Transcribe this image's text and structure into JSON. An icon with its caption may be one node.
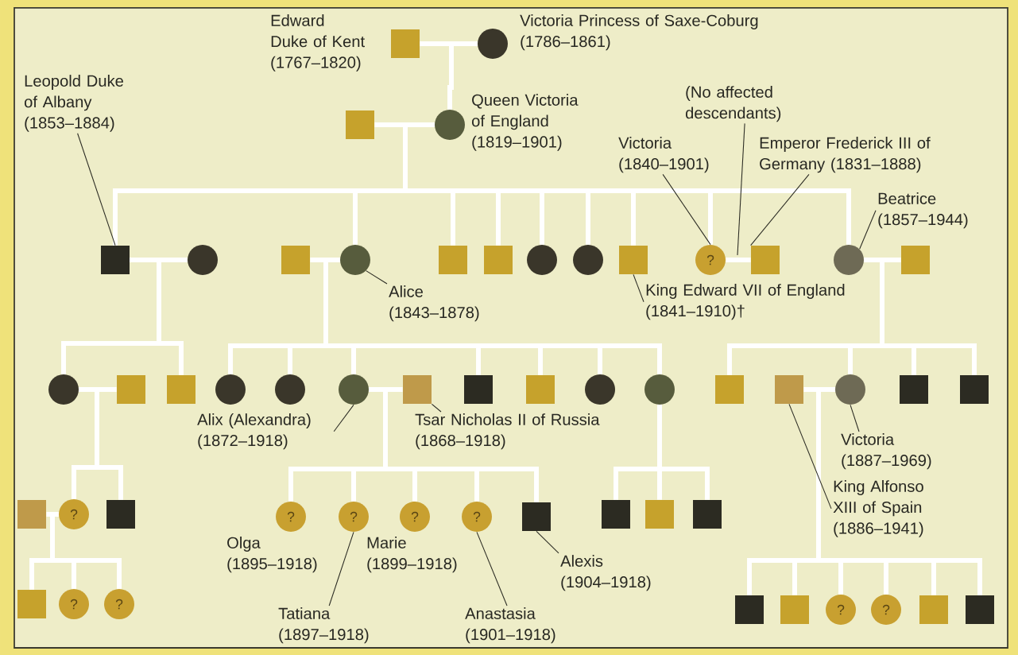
{
  "diagram": {
    "nodes": [
      {
        "text": [],
        "shape": "box",
        "beside": [
          "Edward Duke of Kent (1767–1820)"
        ]
      },
      {
        "text": [],
        "shape": "circle",
        "beside": [
          "Victoria Princess of Saxe-Coburg (1786–1861)"
        ]
      },
      {
        "text": [],
        "shape": "box"
      },
      {
        "text": [],
        "shape": "circle",
        "beside": [
          "Queen Victoria of England (1819–1901)"
        ]
      },
      {
        "text": [],
        "shape": "box"
      },
      {
        "text": [],
        "shape": "circle"
      },
      {
        "text": [],
        "shape": "box"
      },
      {
        "text": [],
        "shape": "circle"
      },
      {
        "text": [],
        "shape": "box"
      },
      {
        "text": [],
        "shape": "box"
      },
      {
        "text": [],
        "shape": "circle"
      },
      {
        "text": [],
        "shape": "circle"
      },
      {
        "text": [],
        "shape": "box"
      },
      {
        "text": [
          "?"
        ]
      },
      {
        "text": [],
        "shape": "box"
      },
      {
        "text": [],
        "shape": "circle"
      },
      {
        "text": [],
        "shape": "box"
      },
      {
        "text": [],
        "shape": "circle"
      },
      {
        "text": [],
        "shape": "box"
      },
      {
        "text": [],
        "shape": "box"
      },
      {
        "text": [],
        "shape": "circle"
      },
      {
        "text": [],
        "shape": "circle"
      },
      {
        "text": [],
        "shape": "circle"
      },
      {
        "text": [],
        "shape": "box"
      },
      {
        "text": [],
        "shape": "box"
      },
      {
        "text": [],
        "shape": "box"
      },
      {
        "text": [],
        "shape": "circle"
      },
      {
        "text": [],
        "shape": "circle"
      },
      {
        "text": [],
        "shape": "box"
      },
      {
        "text": [],
        "shape": "box"
      },
      {
        "text": [],
        "shape": "circle"
      },
      {
        "text": [],
        "shape": "box"
      },
      {
        "text": [],
        "shape": "box"
      },
      {
        "text": [],
        "shape": "box"
      },
      {
        "text": [
          "?"
        ]
      },
      {
        "text": [],
        "shape": "box"
      },
      {
        "text": [
          "?"
        ],
        "beside": [
          "Olga (1895–1918)"
        ]
      },
      {
        "text": [
          "?"
        ]
      },
      {
        "text": [
          "?"
        ],
        "beside": [
          "Marie (1899–1918)"
        ]
      },
      {
        "text": [
          "?"
        ]
      },
      {
        "text": [],
        "shape": "box"
      },
      {
        "text": [],
        "shape": "box"
      },
      {
        "text": [],
        "shape": "box"
      },
      {
        "text": [],
        "shape": "box"
      },
      {
        "text": [],
        "shape": "box"
      },
      {
        "text": [
          "?"
        ]
      },
      {
        "text": [
          "?"
        ]
      },
      {
        "text": [],
        "shape": "box"
      },
      {
        "text": [],
        "shape": "box"
      },
      {
        "text": [
          "?"
        ]
      },
      {
        "text": [
          "?"
        ]
      },
      {
        "text": [],
        "shape": "box"
      },
      {
        "text": [],
        "shape": "box"
      },
      {
        "text": [
          "Leopold Duke of Albany (1853–1884)"
        ]
      },
      {
        "text": [
          "Alice (1843–1878)"
        ]
      },
      {
        "text": [
          "Victoria (1840–1901)"
        ]
      },
      {
        "text": [
          "(No affected descendants)"
        ]
      },
      {
        "text": [
          "Emperor Frederick III of Germany (1831–1888)"
        ]
      },
      {
        "text": [
          "Beatrice (1857–1944)"
        ]
      },
      {
        "text": [
          "King Edward VII of England (1841–1910)†"
        ]
      },
      {
        "text": [
          "Alix (Alexandra) (1872–1918)"
        ]
      },
      {
        "text": [
          "Tsar Nicholas II of Russia (1868–1918)"
        ]
      },
      {
        "text": [
          "Tatiana (1897–1918)"
        ]
      },
      {
        "text": [
          "Anastasia (1901–1918)"
        ]
      },
      {
        "text": [
          "Alexis (1904–1918)"
        ]
      },
      {
        "text": [
          "Victoria (1887–1969)"
        ]
      },
      {
        "text": [
          "King Alfonso XIII of Spain (1886–1941)"
        ]
      }
    ],
    "edges": [
      {
        "from": 0,
        "to": 1,
        "arrow": "none"
      },
      {
        "from": 1,
        "to": 3,
        "arrow": "none"
      },
      {
        "from": 2,
        "to": 3,
        "arrow": "none"
      },
      {
        "from": 3,
        "to": 4,
        "arrow": "none"
      },
      {
        "from": 3,
        "to": 7,
        "arrow": "none"
      },
      {
        "from": 3,
        "to": 8,
        "arrow": "none"
      },
      {
        "from": 3,
        "to": 9,
        "arrow": "none"
      },
      {
        "from": 3,
        "to": 10,
        "arrow": "none"
      },
      {
        "from": 3,
        "to": 11,
        "arrow": "none"
      },
      {
        "from": 3,
        "to": 12,
        "arrow": "none"
      },
      {
        "from": 3,
        "to": 13,
        "arrow": "none"
      },
      {
        "from": 3,
        "to": 15,
        "arrow": "none"
      },
      {
        "from": 4,
        "to": 5,
        "arrow": "none"
      },
      {
        "from": 6,
        "to": 7,
        "arrow": "none"
      },
      {
        "from": 13,
        "to": 14,
        "arrow": "none"
      },
      {
        "from": 15,
        "to": 16,
        "arrow": "none"
      },
      {
        "from": 4,
        "to": 17,
        "arrow": "none"
      },
      {
        "from": 4,
        "to": 19,
        "arrow": "none"
      },
      {
        "from": 17,
        "to": 18,
        "arrow": "none"
      },
      {
        "from": 7,
        "to": 20,
        "arrow": "none"
      },
      {
        "from": 7,
        "to": 21,
        "arrow": "none"
      },
      {
        "from": 7,
        "to": 22,
        "arrow": "none"
      },
      {
        "from": 7,
        "to": 24,
        "arrow": "none"
      },
      {
        "from": 7,
        "to": 25,
        "arrow": "none"
      },
      {
        "from": 7,
        "to": 26,
        "arrow": "none"
      },
      {
        "from": 7,
        "to": 27,
        "arrow": "none"
      },
      {
        "from": 22,
        "to": 23,
        "arrow": "none"
      },
      {
        "from": 15,
        "to": 28,
        "arrow": "none"
      },
      {
        "from": 15,
        "to": 30,
        "arrow": "none"
      },
      {
        "from": 15,
        "to": 31,
        "arrow": "none"
      },
      {
        "from": 15,
        "to": 32,
        "arrow": "none"
      },
      {
        "from": 29,
        "to": 30,
        "arrow": "none"
      },
      {
        "from": 17,
        "to": 34,
        "arrow": "none"
      },
      {
        "from": 17,
        "to": 35,
        "arrow": "none"
      },
      {
        "from": 33,
        "to": 34,
        "arrow": "none"
      },
      {
        "from": 22,
        "to": 36,
        "arrow": "none"
      },
      {
        "from": 22,
        "to": 37,
        "arrow": "none"
      },
      {
        "from": 22,
        "to": 38,
        "arrow": "none"
      },
      {
        "from": 22,
        "to": 39,
        "arrow": "none"
      },
      {
        "from": 22,
        "to": 40,
        "arrow": "none"
      },
      {
        "from": 27,
        "to": 41,
        "arrow": "none"
      },
      {
        "from": 27,
        "to": 42,
        "arrow": "none"
      },
      {
        "from": 27,
        "to": 43,
        "arrow": "none"
      },
      {
        "from": 34,
        "to": 44,
        "arrow": "none"
      },
      {
        "from": 34,
        "to": 45,
        "arrow": "none"
      },
      {
        "from": 34,
        "to": 46,
        "arrow": "none"
      },
      {
        "from": 30,
        "to": 47,
        "arrow": "none"
      },
      {
        "from": 30,
        "to": 48,
        "arrow": "none"
      },
      {
        "from": 30,
        "to": 49,
        "arrow": "none"
      },
      {
        "from": 30,
        "to": 50,
        "arrow": "none"
      },
      {
        "from": 30,
        "to": 51,
        "arrow": "none"
      },
      {
        "from": 30,
        "to": 52,
        "arrow": "none"
      },
      {
        "from": 53,
        "to": 4,
        "arrow": "none",
        "color": "#2a2a22"
      },
      {
        "from": 54,
        "to": 7,
        "arrow": "none",
        "color": "#2a2a22"
      },
      {
        "from": 55,
        "to": 13,
        "arrow": "none",
        "color": "#2a2a22"
      },
      {
        "from": 56,
        "to": null,
        "arrow": "none",
        "color": "#2a2a22"
      },
      {
        "from": 57,
        "to": 14,
        "arrow": "none",
        "color": "#2a2a22"
      },
      {
        "from": 58,
        "to": 15,
        "arrow": "none",
        "color": "#2a2a22"
      },
      {
        "from": 59,
        "to": 12,
        "arrow": "none",
        "color": "#2a2a22"
      },
      {
        "from": 60,
        "to": 22,
        "arrow": "none",
        "color": "#2a2a22"
      },
      {
        "from": 61,
        "to": 23,
        "arrow": "none",
        "color": "#2a2a22"
      },
      {
        "from": 62,
        "to": 37,
        "arrow": "none",
        "color": "#2a2a22"
      },
      {
        "from": 63,
        "to": 39,
        "arrow": "none",
        "color": "#2a2a22"
      },
      {
        "from": 64,
        "to": 40,
        "arrow": "none",
        "color": "#2a2a22"
      },
      {
        "from": 65,
        "to": 30,
        "arrow": "none",
        "color": "#2a2a22"
      },
      {
        "from": 66,
        "to": 29,
        "arrow": "none",
        "color": "#2a2a22"
      }
    ]
  }
}
